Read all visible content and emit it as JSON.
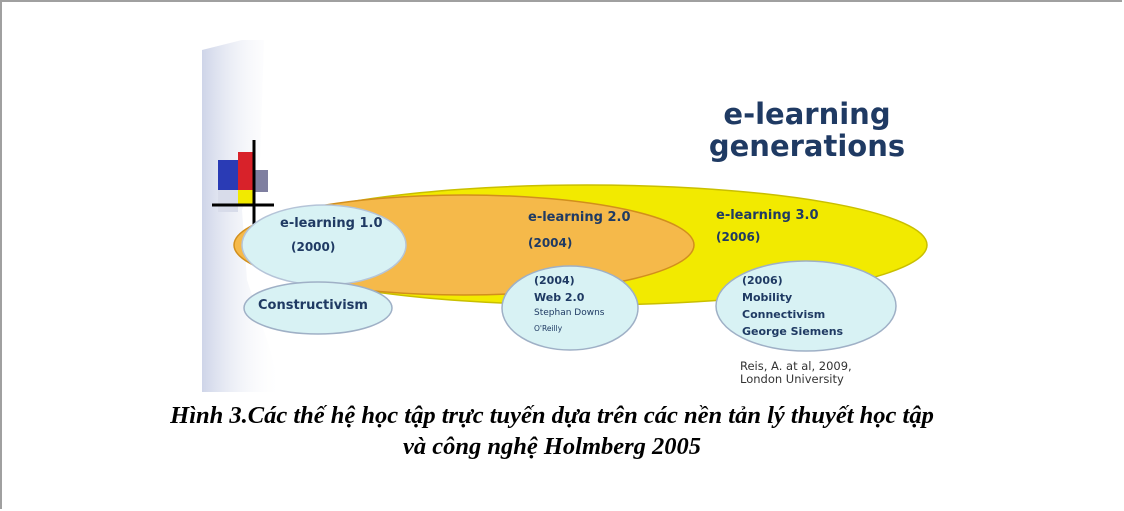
{
  "diagram": {
    "title_line1": "e-learning",
    "title_line2": "generations",
    "gen1": {
      "name": "e-learning 1.0",
      "year": "(2000)"
    },
    "gen2": {
      "name": "e-learning 2.0",
      "year": "(2004)"
    },
    "gen3": {
      "name": "e-learning 3.0",
      "year": "(2006)"
    },
    "theory1": {
      "label": "Constructivism"
    },
    "theory2": {
      "year": "(2004)",
      "tech": "Web 2.0",
      "person1": "Stephan Downs",
      "person2": "O'Reilly"
    },
    "theory3": {
      "year": "(2006)",
      "tech": "Mobility",
      "theory": "Connectivism",
      "person": "George Siemens"
    },
    "citation_line1": "Reis, A. at al, 2009,",
    "citation_line2": "London University"
  },
  "caption": {
    "line1": "Hình 3.Các thế hệ học tập trực tuyến dựa trên các nền tản lý thuyết học tập",
    "line2": "và công nghệ Holmberg 2005"
  },
  "colors": {
    "gen3_fill": "#f2ea00",
    "gen2_fill": "#f5b94a",
    "gen1_fill": "#d8f2f4",
    "bubble_fill": "#d8f2f4",
    "text": "#1f3a63"
  }
}
